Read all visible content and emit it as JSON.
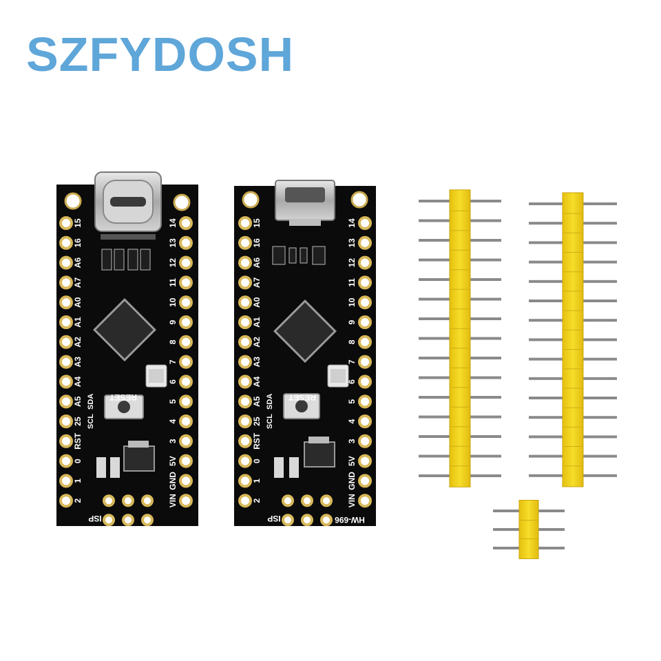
{
  "brand": {
    "text": "SZFYDOSH",
    "color": "#5fa6d9"
  },
  "board_left": {
    "usb": "USB Type-C",
    "left_labels": [
      "15",
      "16",
      "A6",
      "A7",
      "A0",
      "A1",
      "A2",
      "A3",
      "A4",
      "A5",
      "25",
      "RST",
      "0",
      "1",
      "2"
    ],
    "right_labels": [
      "14",
      "13",
      "12",
      "11",
      "10",
      "9",
      "8",
      "7",
      "6",
      "5",
      "4",
      "3",
      "5V",
      "GND",
      "VIN"
    ],
    "sda": "SDA",
    "scl": "SCL",
    "reset": "RESET",
    "isp": "ISP"
  },
  "board_right": {
    "usb": "Micro-USB",
    "left_labels": [
      "15",
      "16",
      "A6",
      "A7",
      "A0",
      "A1",
      "A2",
      "A3",
      "A4",
      "A5",
      "25",
      "RST",
      "0",
      "1",
      "2"
    ],
    "right_labels": [
      "14",
      "13",
      "12",
      "11",
      "10",
      "9",
      "8",
      "7",
      "6",
      "5",
      "4",
      "3",
      "5V",
      "GND",
      "VIN"
    ],
    "sda": "SDA",
    "scl": "SCL",
    "reset": "RESET",
    "isp": "ISP",
    "model": "HW-696"
  },
  "pin_headers": [
    {
      "name": "header-15-pin-a",
      "pins": 15
    },
    {
      "name": "header-15-pin-b",
      "pins": 15
    },
    {
      "name": "header-3-pin",
      "pins": 3
    }
  ],
  "colors": {
    "pcb": "#0b0b0b",
    "pad": "#d8b85a",
    "header": "#f0d21a",
    "pin": "#8a8a8a"
  }
}
